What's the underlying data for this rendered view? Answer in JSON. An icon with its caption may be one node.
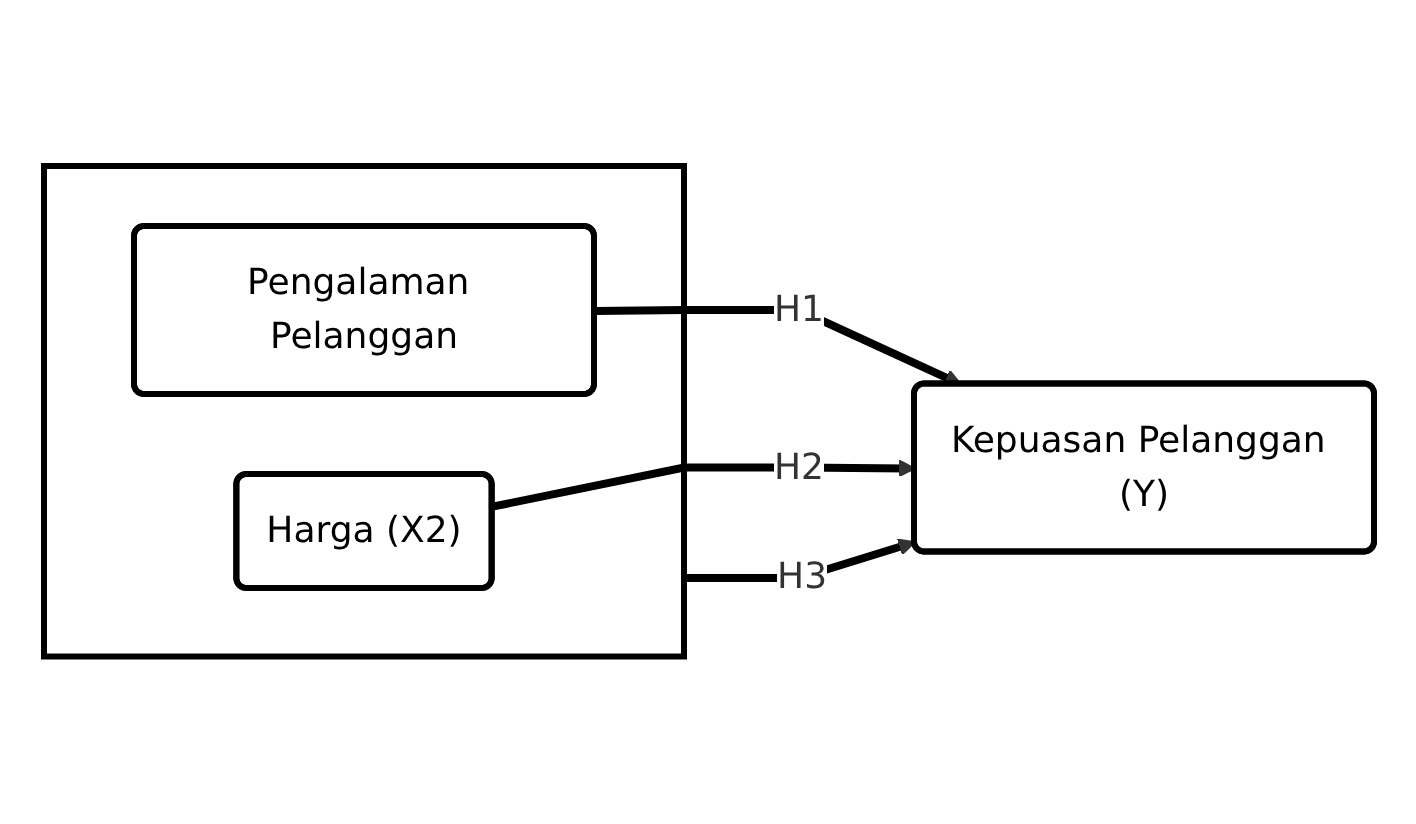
{
  "diagram": {
    "nodes": [
      {
        "text": [],
        "shape": "box"
      },
      {
        "text": [
          "Pengalaman Pelanggan"
        ],
        "in": 0
      },
      {
        "text": [
          "Harga (X2)"
        ],
        "in": 0
      },
      {
        "text": [
          "Kepuasan Pelanggan (Y)"
        ]
      }
    ],
    "edges": [
      {
        "from": 1,
        "to": 3,
        "arrow": "to",
        "label": "H1"
      },
      {
        "from": 0,
        "to": 3,
        "arrow": "to",
        "label": "H3"
      },
      {
        "from": 2,
        "to": 3,
        "arrow": "to",
        "label": "H2"
      }
    ]
  }
}
